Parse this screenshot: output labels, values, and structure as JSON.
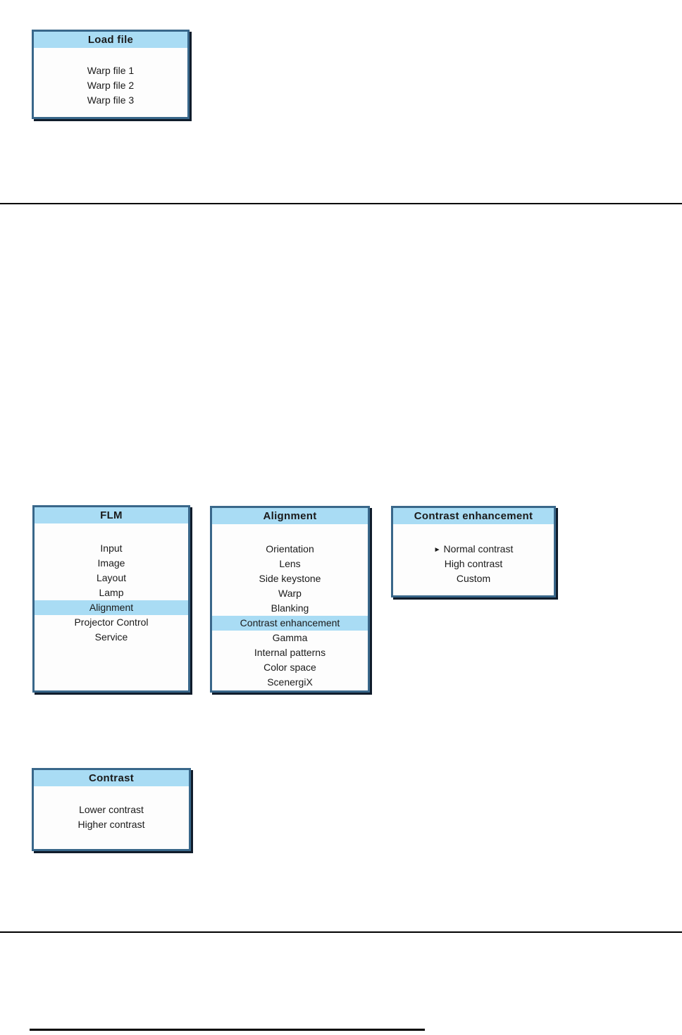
{
  "colors": {
    "menu_accent": "#a9dcf4",
    "menu_border": "#39678a",
    "menu_shadow": "#101c2b",
    "text": "#1a1a1a",
    "rule": "#000000"
  },
  "menus": {
    "load_file": {
      "title": "Load file",
      "items": [
        {
          "label": "Warp file 1"
        },
        {
          "label": "Warp file 2"
        },
        {
          "label": "Warp file 3"
        }
      ]
    },
    "flm": {
      "title": "FLM",
      "items": [
        {
          "label": "Input"
        },
        {
          "label": "Image"
        },
        {
          "label": "Layout"
        },
        {
          "label": "Lamp"
        },
        {
          "label": "Alignment",
          "highlighted": true
        },
        {
          "label": "Projector Control"
        },
        {
          "label": "Service"
        }
      ]
    },
    "alignment": {
      "title": "Alignment",
      "items": [
        {
          "label": "Orientation"
        },
        {
          "label": "Lens"
        },
        {
          "label": "Side keystone"
        },
        {
          "label": "Warp"
        },
        {
          "label": "Blanking"
        },
        {
          "label": "Contrast enhancement",
          "highlighted": true
        },
        {
          "label": "Gamma"
        },
        {
          "label": "Internal patterns"
        },
        {
          "label": "Color space"
        },
        {
          "label": "ScenergiX"
        }
      ]
    },
    "contrast_enhancement": {
      "title": "Contrast enhancement",
      "items": [
        {
          "label": "Normal contrast",
          "selected": true,
          "arrow": "►"
        },
        {
          "label": "High contrast"
        },
        {
          "label": "Custom"
        }
      ]
    },
    "contrast": {
      "title": "Contrast",
      "items": [
        {
          "label": "Lower contrast"
        },
        {
          "label": "Higher contrast"
        }
      ]
    }
  }
}
